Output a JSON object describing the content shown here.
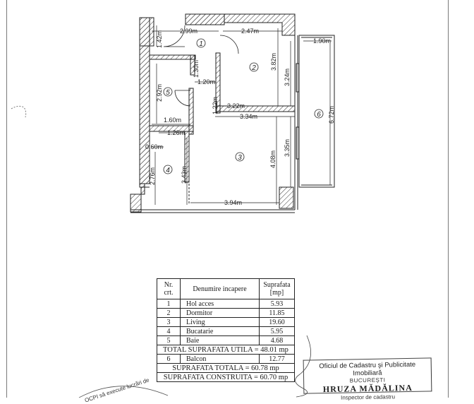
{
  "floor_plan": {
    "rooms": [
      {
        "number": "1",
        "label": "①"
      },
      {
        "number": "2",
        "label": "②"
      },
      {
        "number": "3",
        "label": "③"
      },
      {
        "number": "4",
        "label": "④"
      },
      {
        "number": "5",
        "label": "⑤"
      },
      {
        "number": "6",
        "label": "⑥"
      }
    ],
    "dimensions": {
      "hol_width": "2.99m",
      "dormitor_width": "2.47m",
      "hol_left_height": "1.42m",
      "hol_inner": "1.30m",
      "hol_step": "1.20m",
      "dormitor_height": "3.82m",
      "dormitor_side": "1.22m",
      "dormitor_bottom_inner": "3.22m",
      "dormitor_bottom_outer": "3.34m",
      "wall_right_upper": "3.24m",
      "balcon_width": "1.90m",
      "balcon_length": "6.72m",
      "baie_height": "2.92m",
      "baie_width": "1.60m",
      "baie_bottom": "1.26m",
      "bucatarie_step": "0.60m",
      "bucatarie_height": "2.76m",
      "living_left": "3.43m",
      "living_height": "4.08m",
      "wall_right_lower": "3.35m",
      "living_width": "3.94m"
    }
  },
  "table": {
    "headers": {
      "nr": "Nr. crt.",
      "name": "Denumire incapere",
      "area": "Suprafata [mp]"
    },
    "rows": [
      {
        "nr": "1",
        "name": "Hol acces",
        "area": "5.93"
      },
      {
        "nr": "2",
        "name": "Dormitor",
        "area": "11.85"
      },
      {
        "nr": "3",
        "name": "Living",
        "area": "19.60"
      },
      {
        "nr": "4",
        "name": "Bucatarie",
        "area": "5.95"
      },
      {
        "nr": "5",
        "name": "Baie",
        "area": "4.68"
      }
    ],
    "total_utila": "TOTAL SUPRAFATA UTILA = 48.01 mp",
    "balcon_row": {
      "nr": "6",
      "name": "Balcon",
      "area": "12.77"
    },
    "total": "SUPRAFATA TOTALA = 60.78 mp",
    "construita": "SUPRAFATA CONSTRUITA = 60.70 mp"
  },
  "stamp": {
    "line1": "Oficiul de Cadastru şi Publicitate Imobiliară",
    "line2": "BUCUREŞTI",
    "line3": "HRUZA MĂDĂLINA",
    "line4": "Inspector de cadastru"
  },
  "round_stamp_text": "OCPI să execute lucrări de"
}
